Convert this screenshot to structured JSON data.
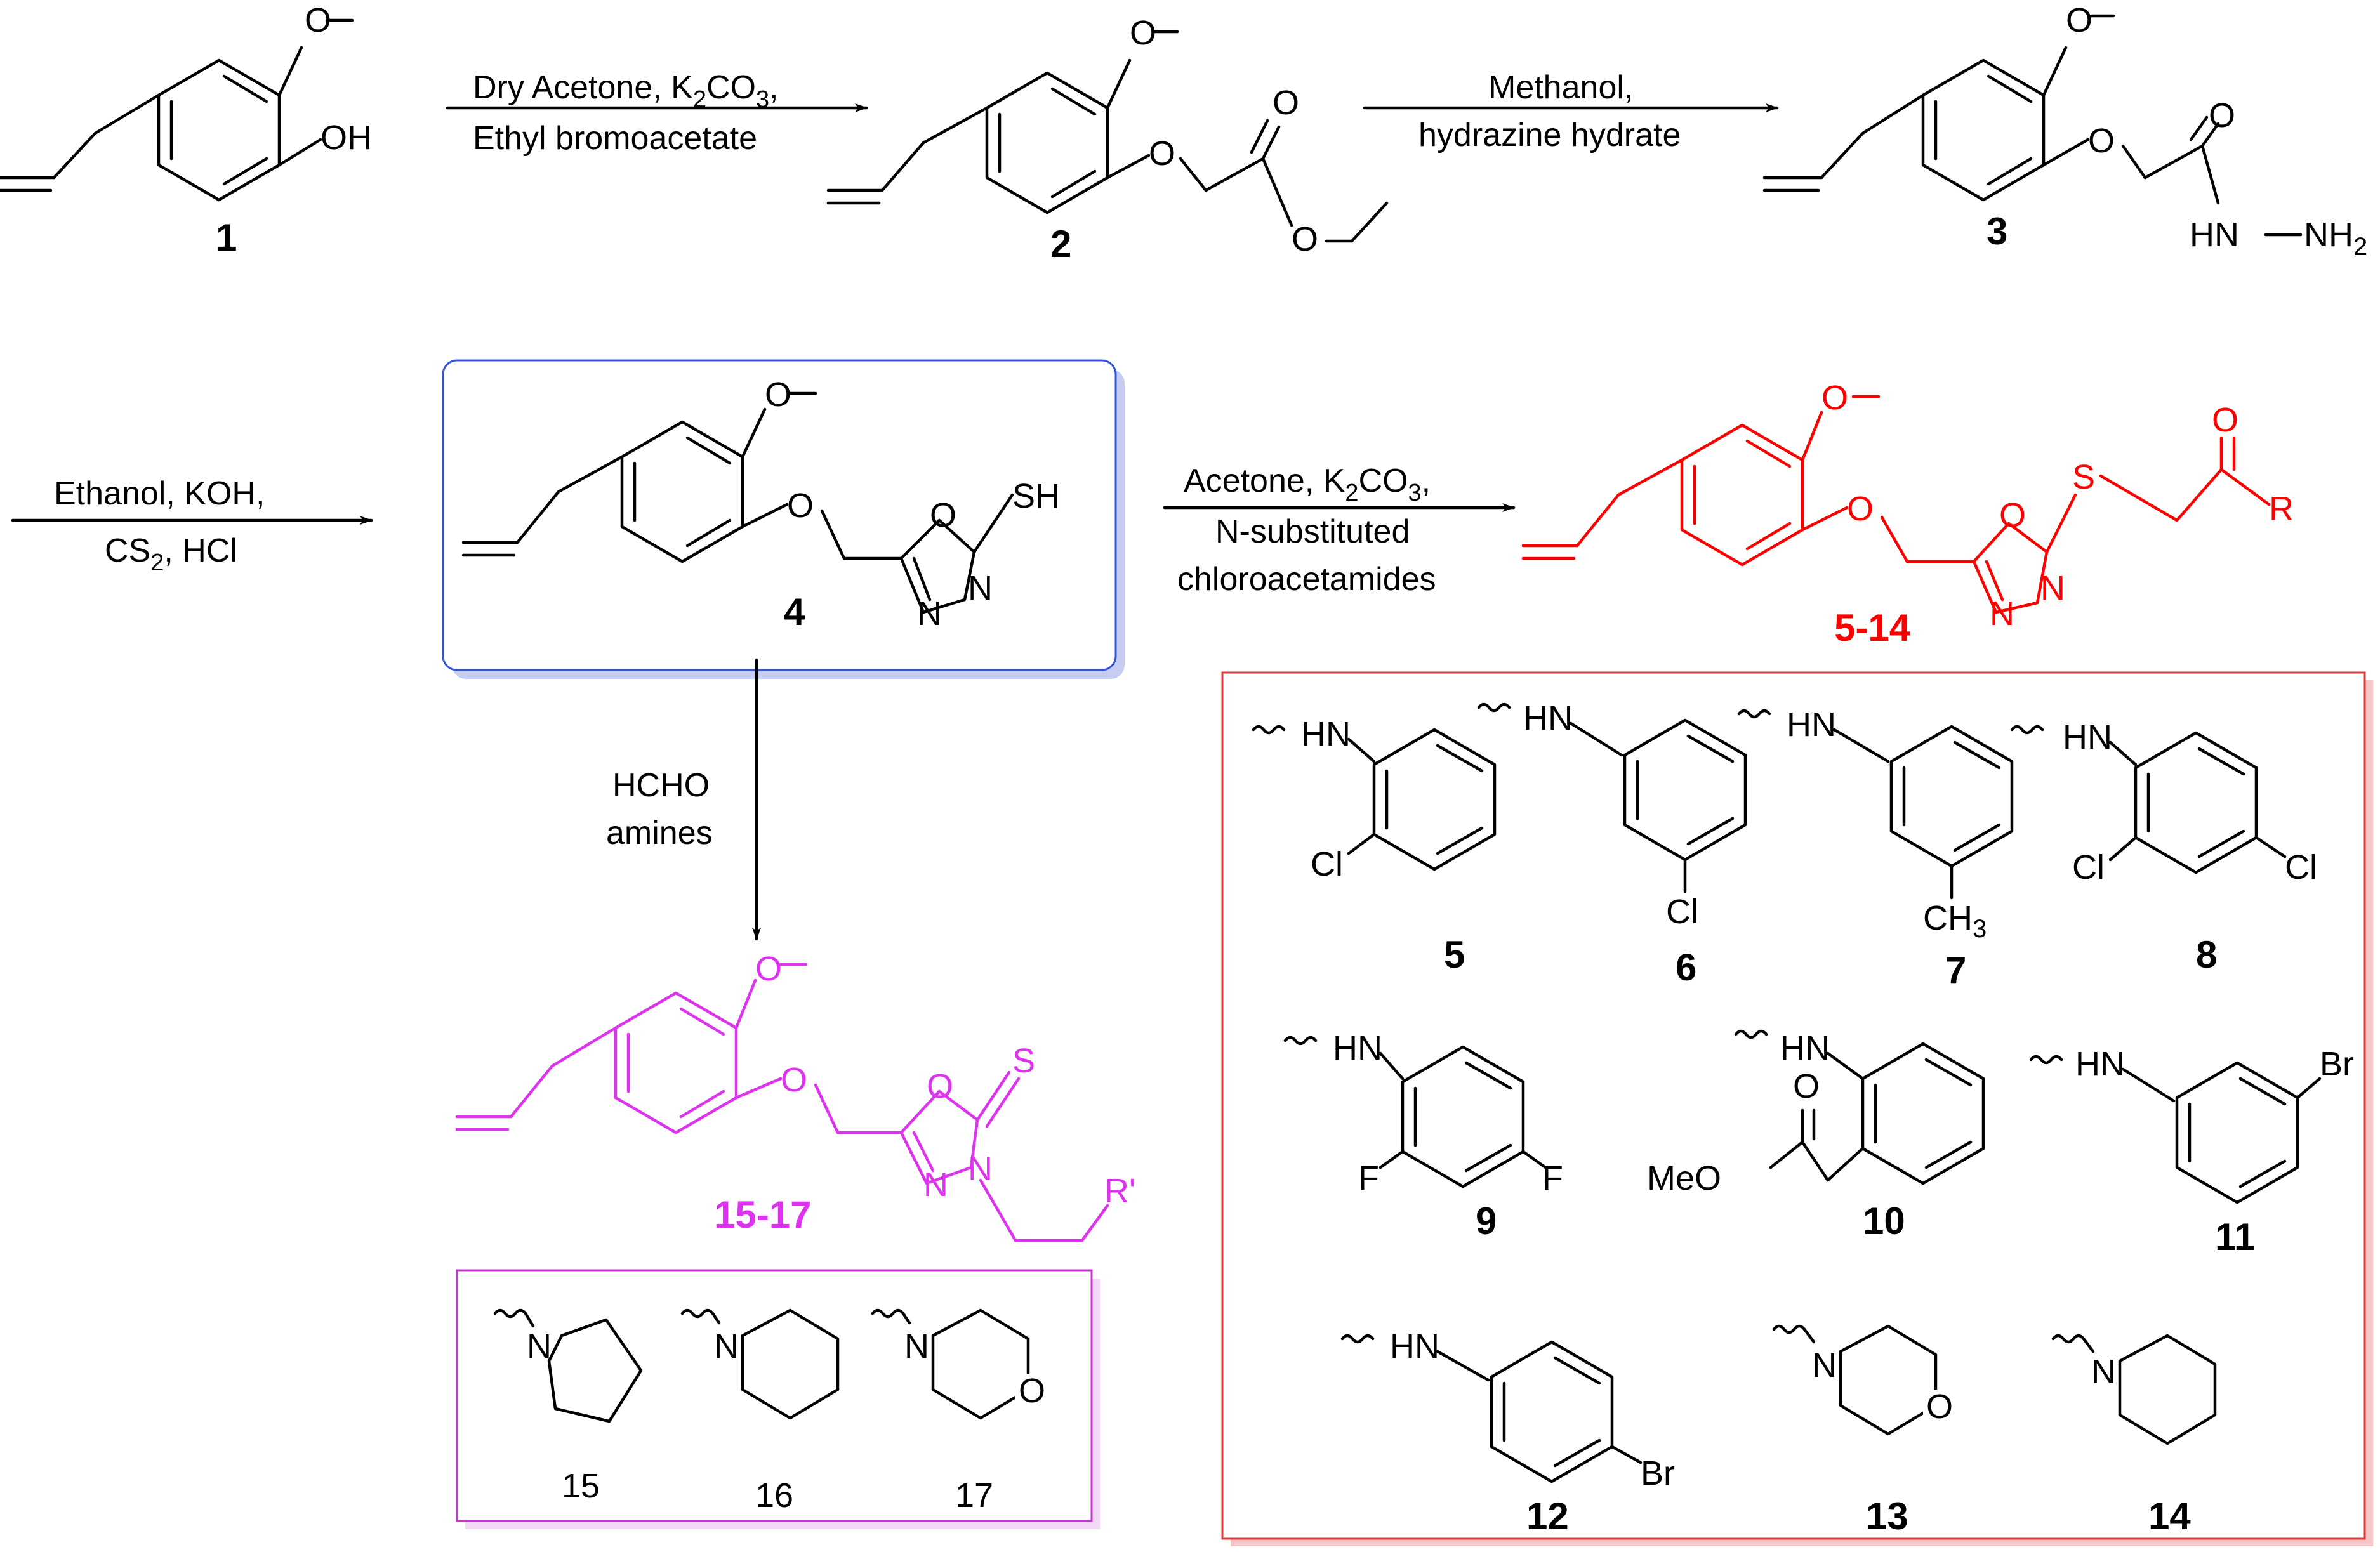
{
  "colors": {
    "black": "#000000",
    "product_red": "#ff0000",
    "product_magenta": "#dd33ee",
    "box4_border": "#3355dd",
    "box4_shadow": "#c7cdf2",
    "box_red_border": "#e23a3a",
    "box_mag_border": "#c03ad0"
  },
  "compounds": {
    "c1": "1",
    "c2": "2",
    "c3": "3",
    "c4": "4",
    "c5_14": "5-14",
    "c15_17": "15-17"
  },
  "atoms": {
    "OH": "OH",
    "O": "O",
    "SH": "SH",
    "S": "S",
    "N": "N",
    "HN": "HN",
    "NH2": "NH",
    "NH2_sub": "2",
    "HN_NH": "HN",
    "R": "R",
    "Rp": "R'",
    "Cl": "Cl",
    "F": "F",
    "Br": "Br",
    "CH3": "CH",
    "CH3_sub": "3",
    "MeO": "MeO"
  },
  "reagents": {
    "step1_line1": "Dry Acetone, K",
    "step1_line1_sub": "2",
    "step1_line1_tail": "CO",
    "step1_line1_sub2": "3",
    "step1_line1_end": ",",
    "step1_line2": "Ethyl bromoacetate",
    "step2_line1": "Methanol,",
    "step2_line2": "hydrazine hydrate",
    "step3_line1": "Ethanol, KOH,",
    "step3_line2": "CS",
    "step3_line2_sub": "2",
    "step3_line2_tail": ", HCl",
    "step4_line1": "Acetone, K",
    "step4_line1_sub": "2",
    "step4_line1_tail": "CO",
    "step4_line1_sub2": "3",
    "step4_line1_end": ",",
    "step4_line2": "N-substituted",
    "step4_line3": "chloroacetamides",
    "step5_line1": "HCHO",
    "step5_line2": "amines"
  },
  "substituents_red": [
    "5",
    "6",
    "7",
    "8",
    "9",
    "10",
    "11",
    "12",
    "13",
    "14"
  ],
  "substituents_magenta": [
    "15",
    "16",
    "17"
  ]
}
